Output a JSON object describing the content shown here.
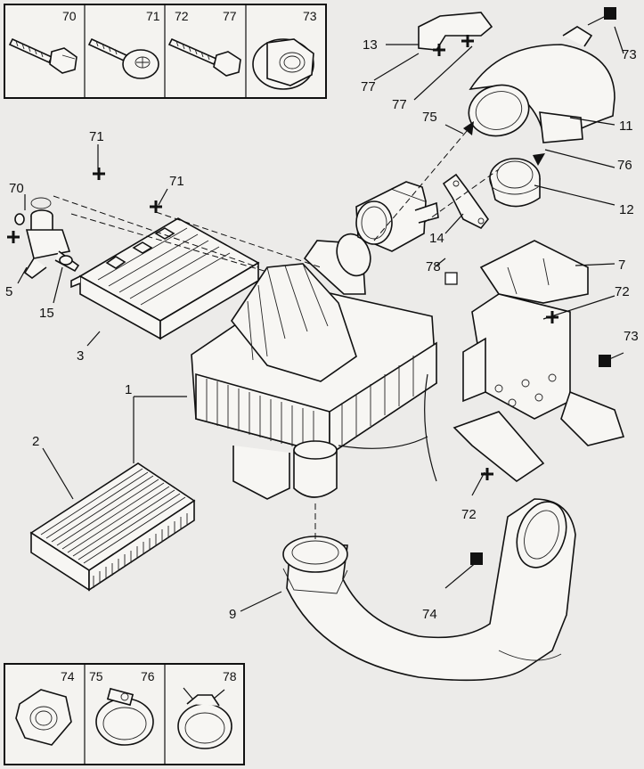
{
  "callouts": {
    "c1": "1",
    "c2": "2",
    "c3": "3",
    "c5": "5",
    "c7": "7",
    "c9": "9",
    "c11": "11",
    "c12": "12",
    "c13": "13",
    "c14": "14",
    "c15": "15",
    "c70": "70",
    "c71a": "71",
    "c71b": "71",
    "c72a": "72",
    "c72b": "72",
    "c73a": "73",
    "c73b": "73",
    "c74": "74",
    "c75": "75",
    "c76": "76",
    "c77a": "77",
    "c77b": "77",
    "c78": "78"
  },
  "fastener_box_top": {
    "b1": "70",
    "b2": "71",
    "b3": "72",
    "b4": "77",
    "b5": "73"
  },
  "fastener_box_bottom": {
    "b1": "74",
    "b2": "75",
    "b3": "76",
    "b4": "78"
  },
  "colors": {
    "background": "#ecebe9",
    "line": "#111111",
    "part_fill": "#f7f6f3"
  }
}
